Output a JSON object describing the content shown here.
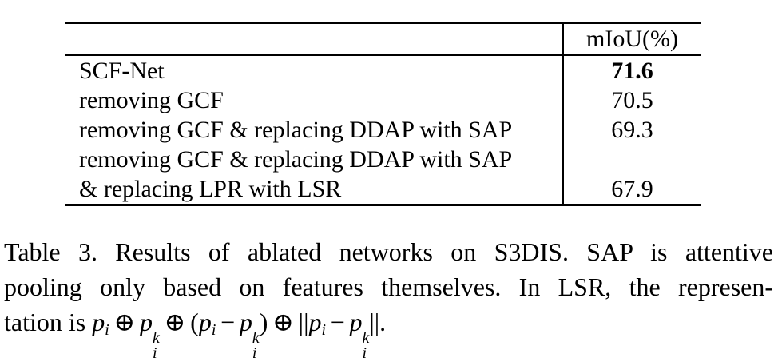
{
  "table": {
    "header": {
      "metric_label": "mIoU(%)"
    },
    "rows": [
      {
        "label": "SCF-Net",
        "value": "71.6",
        "bold": true
      },
      {
        "label": "removing GCF",
        "value": "70.5",
        "bold": false
      },
      {
        "label": "removing GCF & replacing DDAP with SAP",
        "value": "69.3",
        "bold": false
      },
      {
        "label": "removing GCF & replacing DDAP with SAP",
        "value": "",
        "bold": false
      },
      {
        "label": "& replacing LPR with LSR",
        "value": "67.9",
        "bold": false
      }
    ]
  },
  "caption": {
    "line1": "Table 3. Results of ablated networks on S3DIS. SAP is attentive",
    "line2": "pooling only based on features themselves. In LSR, the represen-",
    "line3_prefix": "tation is",
    "line3_text": "tation is p_i ⊕ p_i^k ⊕ (p_i − p_i^k) ⊕ ||p_i − p_i^k||.",
    "formula": {
      "p": "p",
      "i": "i",
      "k": "k",
      "oplus": "⊕",
      "minus": "−",
      "lparen": "(",
      "rparen": ")",
      "bars": "||",
      "period": "."
    }
  },
  "colors": {
    "text": "#000000",
    "background": "#ffffff"
  }
}
